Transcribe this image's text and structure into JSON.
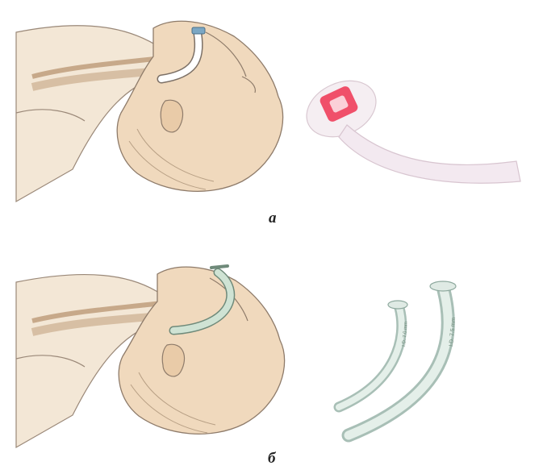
{
  "figure": {
    "panel_a": {
      "label": "а",
      "illustration": "oropharyngeal-airway-insertion-diagram",
      "device": "oropharyngeal-airway-device"
    },
    "panel_b": {
      "label": "б",
      "illustration": "nasopharyngeal-airway-insertion-diagram",
      "devices": [
        "nasopharyngeal-airway-small",
        "nasopharyngeal-airway-large"
      ],
      "device_markings": [
        "I.D. 7.0 mm",
        "I.D. 7.5 mm"
      ]
    }
  }
}
